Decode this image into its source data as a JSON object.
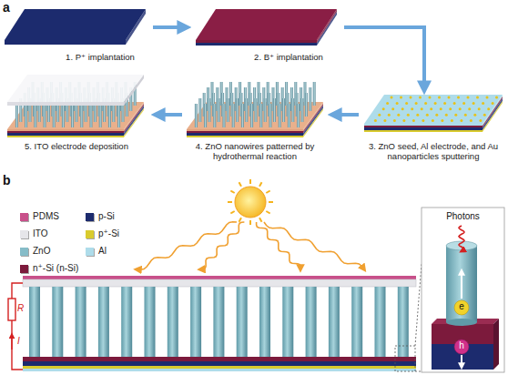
{
  "diagram": {
    "labels": [
      "a",
      "1. P⁺ implantation",
      "2. B⁺ implantation",
      "3. ZnO seed, Al electrode, and Au nanoparticles sputtering",
      "4. ZnO nanowires patterned by hydrothermal reaction",
      "5. ITO electrode deposition",
      "b",
      "Photons",
      "e",
      "h",
      "R",
      "I"
    ],
    "legend": [
      {
        "text": "PDMS",
        "color": "#c8508a"
      },
      {
        "text": "p-Si",
        "color": "#1c2b6e"
      },
      {
        "text": "ITO",
        "color": "#e6e6ea"
      },
      {
        "text": "p⁺-Si",
        "color": "#d9cb2e"
      },
      {
        "text": "ZnO",
        "color": "#86bcc8"
      },
      {
        "text": "Al",
        "color": "#aedcea"
      },
      {
        "text": "n⁺-Si (n-Si)",
        "color": "#7c1a3c"
      }
    ]
  }
}
